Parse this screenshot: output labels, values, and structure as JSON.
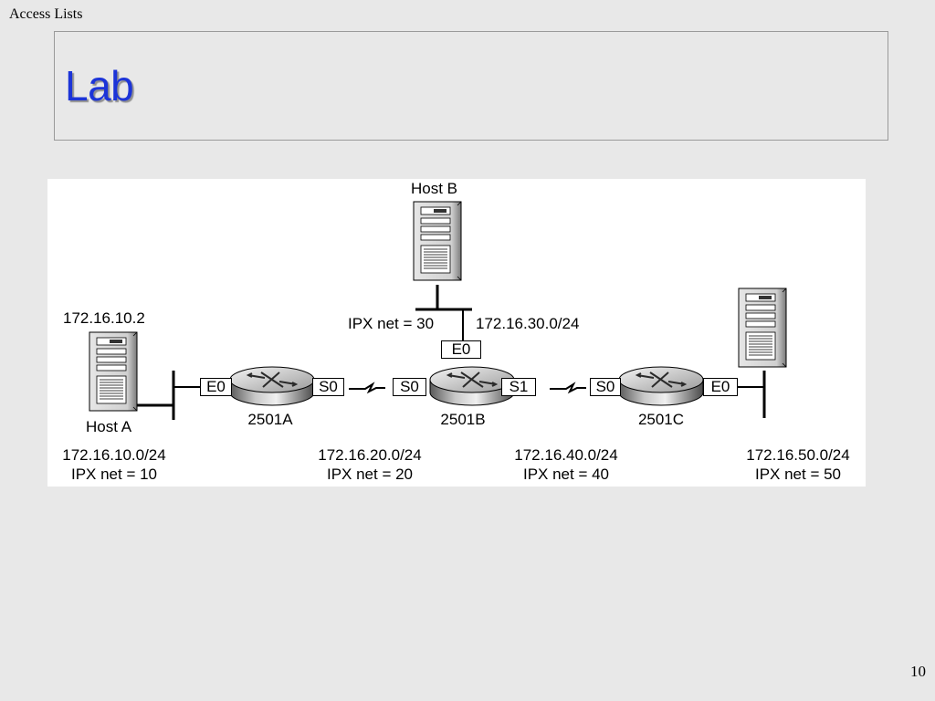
{
  "slide": {
    "header": "Access Lists",
    "title": "Lab",
    "page_number": "10"
  },
  "diagram": {
    "host_a": {
      "name": "Host A",
      "ip": "172.16.10.2"
    },
    "host_b": {
      "name": "Host B"
    },
    "routers": {
      "a": {
        "name": "2501A",
        "ports": [
          "E0",
          "S0"
        ]
      },
      "b": {
        "name": "2501B",
        "ports": [
          "S0",
          "S1",
          "E0"
        ]
      },
      "c": {
        "name": "2501C",
        "ports": [
          "S0",
          "E0"
        ]
      }
    },
    "networks": [
      {
        "subnet": "172.16.10.0/24",
        "ipx": "IPX net = 10"
      },
      {
        "subnet": "172.16.20.0/24",
        "ipx": "IPX net = 20"
      },
      {
        "subnet": "172.16.40.0/24",
        "ipx": "IPX net = 40"
      },
      {
        "subnet": "172.16.50.0/24",
        "ipx": "IPX net = 50"
      }
    ],
    "host_b_net": {
      "ipx": "IPX net = 30",
      "subnet": "172.16.30.0/24"
    }
  }
}
